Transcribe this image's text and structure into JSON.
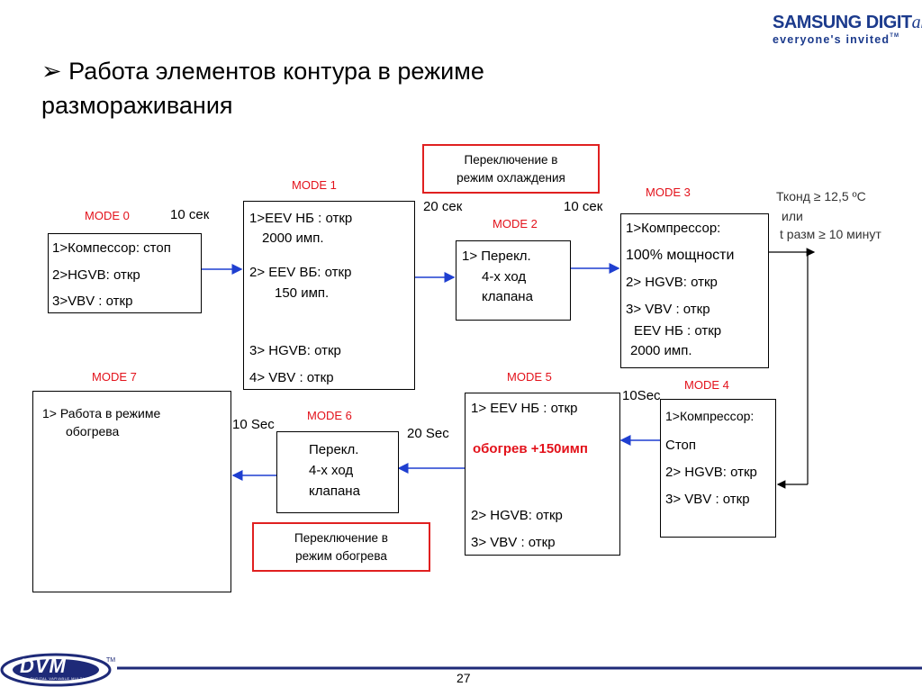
{
  "slide": {
    "title_bullet": "➢",
    "title_line1": "Работа элементов контура в режиме",
    "title_line2": "размораживания",
    "page_number": "27"
  },
  "branding": {
    "samsung_word": "SAMSUNG DIGIT",
    "samsung_all": "all",
    "samsung_tagline": "everyone's invited",
    "samsung_tm": "TM",
    "dvm_logo": "DVM",
    "dvm_tm": "TM",
    "dvm_subtitle": "DIGITAL VARIABLE MULTI"
  },
  "modes": {
    "m0": "MODE 0",
    "m1": "MODE 1",
    "m2": "MODE 2",
    "m3": "MODE 3",
    "m4": "MODE 4",
    "m5": "MODE 5",
    "m6": "MODE 6",
    "m7": "MODE 7"
  },
  "timings": {
    "t0": "10 сек",
    "t1": "20 сек",
    "t2": "10 сек",
    "t4": "10Sec",
    "t5": "20 Sec",
    "t6": "10 Sec"
  },
  "callouts": {
    "cooling_l1": "Переключение в",
    "cooling_l2": "режим охлаждения",
    "heating_l1": "Переключение в",
    "heating_l2": "режим обогрева"
  },
  "condition": {
    "line1": "Тконд ≥ 12,5 ºС",
    "line2": "или",
    "line3": "t разм ≥ 10 минут"
  },
  "box0": {
    "l1": "1>Компессор: стоп",
    "l2": "2>HGVB: откр",
    "l3": "3>VBV : откр"
  },
  "box1": {
    "l1": "1>EEV НБ : откр",
    "l2": "2000 имп.",
    "l3": "2>  EEV ВБ: откр",
    "l4": "150 имп.",
    "l5": "3> HGVB: откр",
    "l6": "4> VBV : откр"
  },
  "box2": {
    "l1": "1> Перекл.",
    "l2": "4-х ход",
    "l3": "клапана"
  },
  "box3": {
    "l1": "1>Компрессор:",
    "l2": "100% мощности",
    "l3": "2> HGVB: откр",
    "l4": "3> VBV : откр",
    "l5": "EEV НБ : откр",
    "l6": "2000 имп."
  },
  "box4": {
    "l1": "1>Компрессор:",
    "l2": "Стоп",
    "l3": "2> HGVB: откр",
    "l4": "3> VBV : откр"
  },
  "box5": {
    "l1": "1>   EEV НБ : откр",
    "l2": "обогрев +150имп",
    "l3": "2> HGVB: откр",
    "l4": "3> VBV : откр"
  },
  "box6": {
    "l1": "Перекл.",
    "l2": "4-х ход",
    "l3": "клапана"
  },
  "box7": {
    "l1": "1>  Работа в режиме",
    "l2": "обогрева"
  },
  "colors": {
    "accent_red": "#e3121b",
    "arrow_blue": "#1f3fd0",
    "rule_navy": "#1e2a78",
    "samsung_blue": "#1b3a8c"
  }
}
